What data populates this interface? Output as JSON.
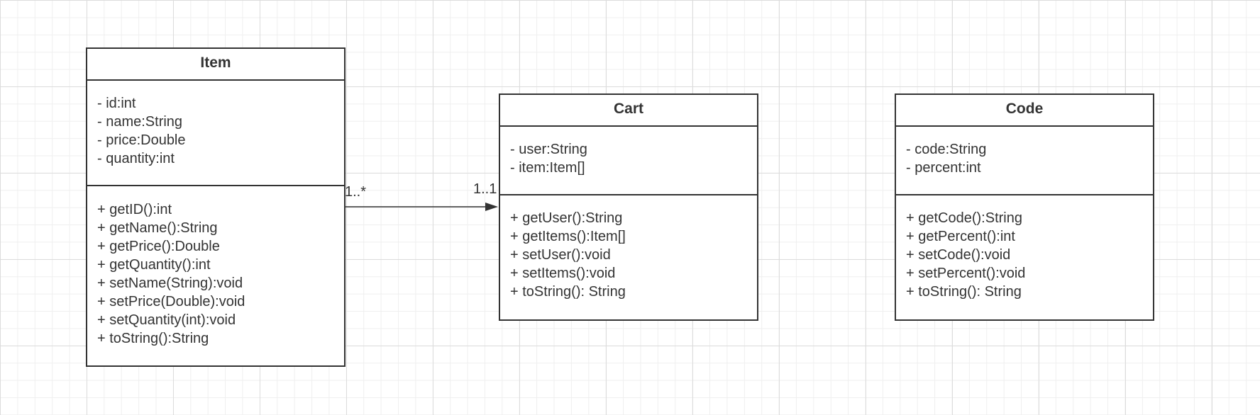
{
  "diagram": {
    "classes": [
      {
        "key": "item",
        "name": "Item",
        "attributes": [
          "- id:int",
          "- name:String",
          "- price:Double",
          "- quantity:int"
        ],
        "methods": [
          "+ getID():int",
          "+ getName():String",
          "+ getPrice():Double",
          "+ getQuantity():int",
          "+ setName(String):void",
          "+ setPrice(Double):void",
          "+ setQuantity(int):void",
          "+ toString():String"
        ]
      },
      {
        "key": "cart",
        "name": "Cart",
        "attributes": [
          "- user:String",
          "- item:Item[]"
        ],
        "methods": [
          "+ getUser():String",
          "+ getItems():Item[]",
          "+ setUser():void",
          "+ setItems():void",
          "+ toString(): String"
        ]
      },
      {
        "key": "code",
        "name": "Code",
        "attributes": [
          "- code:String",
          "- percent:int"
        ],
        "methods": [
          "+ getCode():String",
          "+ getPercent():int",
          "+ setCode():void",
          "+ setPercent():void",
          "+ toString(): String"
        ]
      }
    ],
    "association": {
      "from": "Item",
      "to": "Cart",
      "source_multiplicity": "1..*",
      "target_multiplicity": "1..1"
    }
  }
}
